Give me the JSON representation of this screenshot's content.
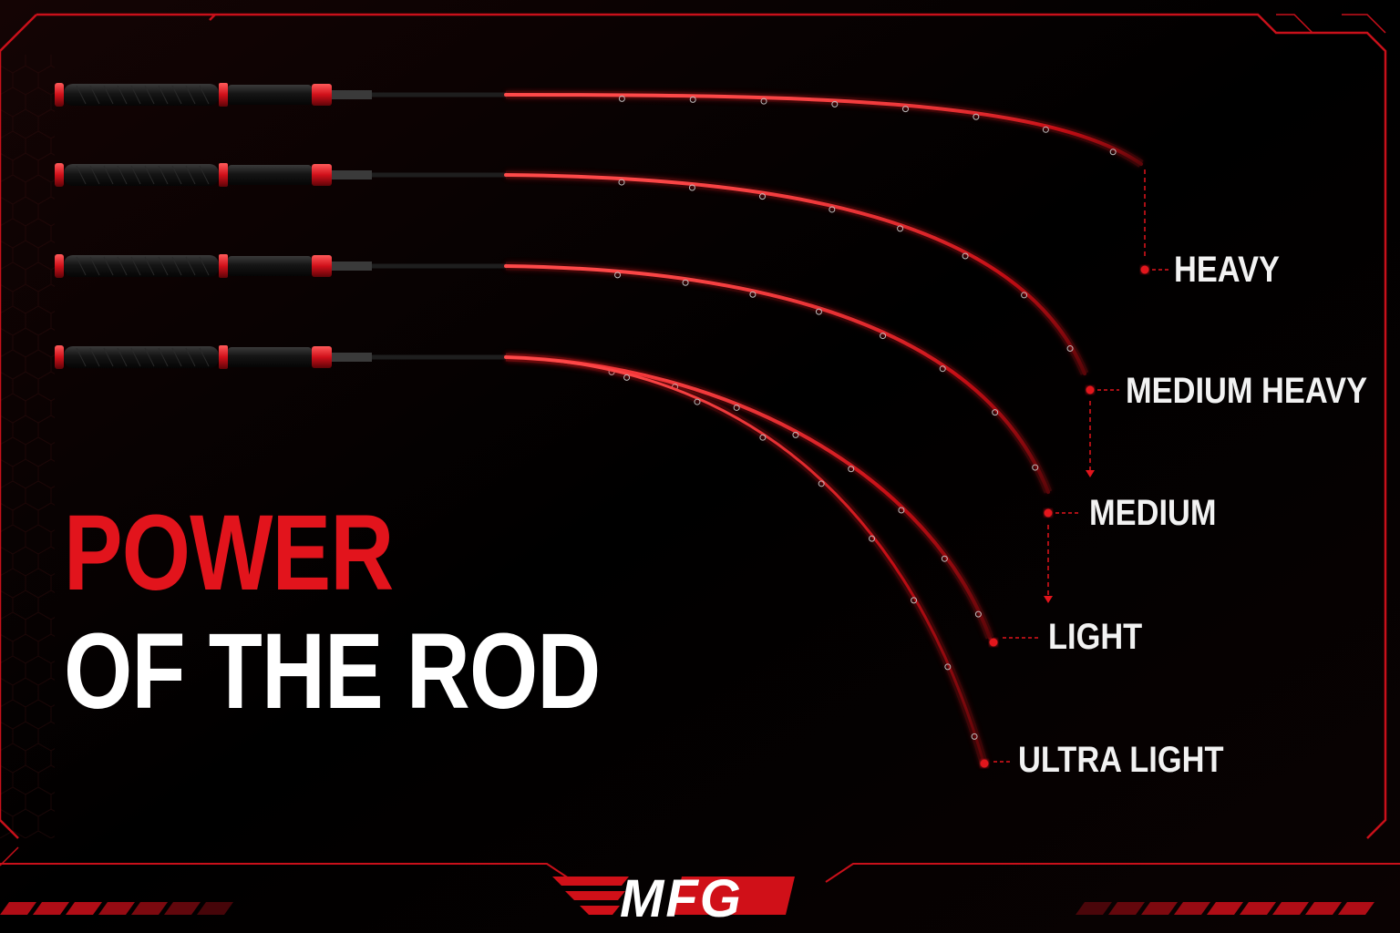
{
  "title": {
    "line1": "POWER",
    "line2": "OF THE ROD"
  },
  "rods": [
    {
      "label": "HEAVY"
    },
    {
      "label": "MEDIUM HEAVY"
    },
    {
      "label": "MEDIUM"
    },
    {
      "label": "LIGHT"
    },
    {
      "label": "ULTRA LIGHT"
    }
  ],
  "logo": {
    "text": "MFG"
  },
  "colors": {
    "accent": "#e2141c",
    "background": "#000000",
    "text": "#ffffff"
  }
}
